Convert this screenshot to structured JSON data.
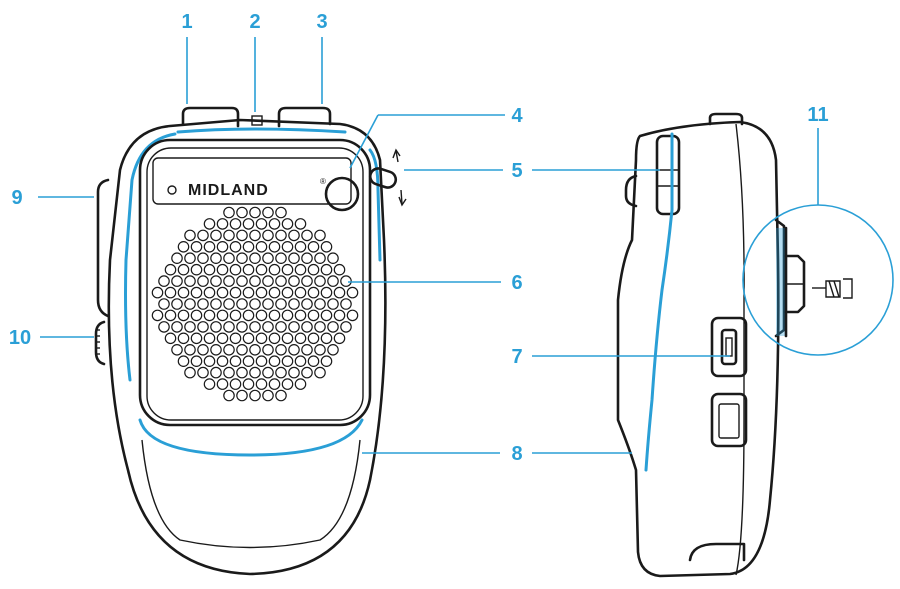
{
  "brand": {
    "logo_text": "MIDLAND",
    "registered": "®"
  },
  "callouts": [
    {
      "id": "1",
      "label": "1"
    },
    {
      "id": "2",
      "label": "2"
    },
    {
      "id": "3",
      "label": "3"
    },
    {
      "id": "4",
      "label": "4"
    },
    {
      "id": "5",
      "label": "5"
    },
    {
      "id": "6",
      "label": "6"
    },
    {
      "id": "7",
      "label": "7"
    },
    {
      "id": "8",
      "label": "8"
    },
    {
      "id": "9",
      "label": "9"
    },
    {
      "id": "10",
      "label": "10"
    },
    {
      "id": "11",
      "label": "11"
    }
  ],
  "colors": {
    "accent": "#2a9fd6",
    "outline": "#1a1a1a",
    "background": "#ffffff"
  },
  "icons": {
    "selector_arrows": "up-down-arrow-icon",
    "usb_port": "usb-port-icon",
    "clip_lock": "lock-icon"
  }
}
